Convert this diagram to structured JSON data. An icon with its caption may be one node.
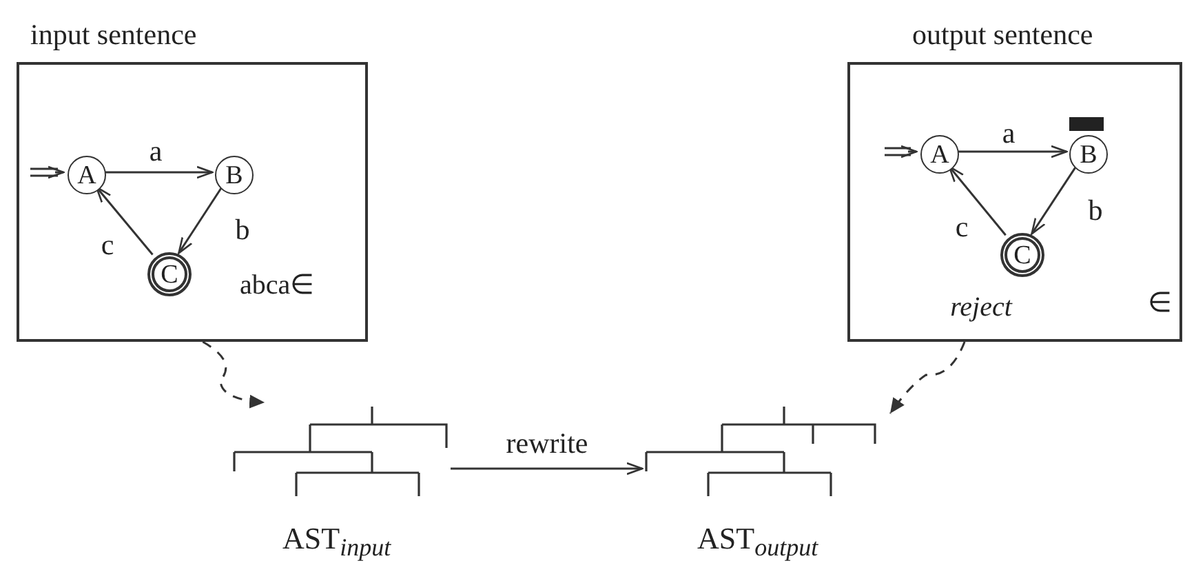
{
  "diagram": {
    "nodes": [
      {
        "text": [
          "input sentence",
          "abca∈"
        ]
      },
      {
        "text": [
          "A"
        ],
        "in": 0
      },
      {
        "text": [
          "B"
        ],
        "in": 0
      },
      {
        "text": [
          "C"
        ],
        "in": 0
      },
      {
        "text": [
          "output sentence",
          "reject",
          "∈"
        ]
      },
      {
        "text": [
          "A"
        ],
        "in": 4
      },
      {
        "text": [
          "B"
        ],
        "in": 4
      },
      {
        "text": [
          "C"
        ],
        "in": 4
      },
      {
        "text": [
          "AST$_{input}$"
        ]
      },
      {
        "text": [
          "AST$_{output}$"
        ]
      }
    ],
    "edges": [
      {
        "from": null,
        "to": 1,
        "arrow": "to"
      },
      {
        "from": 1,
        "to": 2,
        "label": "a",
        "arrow": "to"
      },
      {
        "from": 2,
        "to": 3,
        "label": "b",
        "arrow": "to"
      },
      {
        "from": 3,
        "to": 1,
        "label": "c",
        "arrow": "to"
      },
      {
        "from": null,
        "to": 5,
        "arrow": "to"
      },
      {
        "from": 5,
        "to": 6,
        "label": "a",
        "arrow": "to"
      },
      {
        "from": 6,
        "to": 7,
        "label": "b",
        "arrow": "to"
      },
      {
        "from": 7,
        "to": 5,
        "label": "c",
        "arrow": "to"
      },
      {
        "from": 0,
        "to": 8,
        "arrow": "to",
        "style": "dashed"
      },
      {
        "from": 4,
        "to": 9,
        "arrow": "to",
        "style": "dashed"
      },
      {
        "from": 8,
        "to": 9,
        "label": "rewrite",
        "arrow": "to"
      }
    ]
  }
}
